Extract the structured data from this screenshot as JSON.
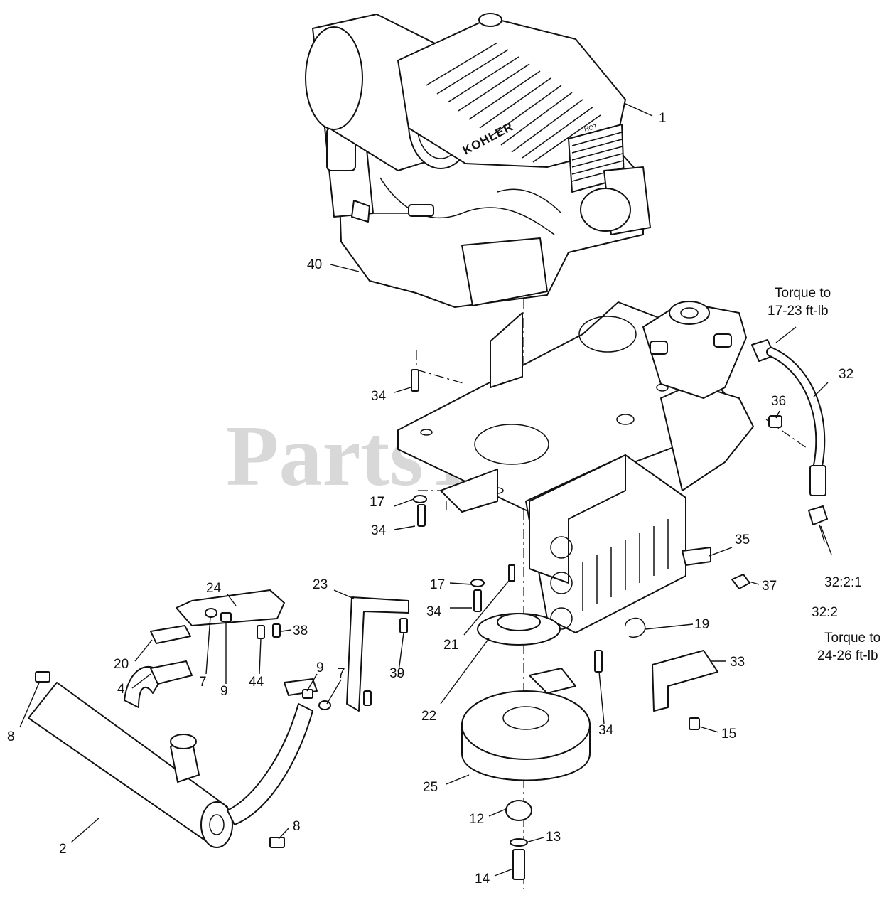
{
  "watermark": {
    "text": "PartsTree",
    "tm": "™"
  },
  "engine": {
    "logo": "KOHLER",
    "tag": "HOT"
  },
  "notes": {
    "hose_top": [
      "Torque to",
      "17-23 ft-lb"
    ],
    "hose_bottom": [
      "Torque to",
      "24-26 ft-lb"
    ]
  },
  "callouts": {
    "c1": "1",
    "c40": "40",
    "c34a": "34",
    "c32": "32",
    "c36": "36",
    "c17a": "17",
    "c34b": "34",
    "c35": "35",
    "c37": "37",
    "c32_2_1": "32:2:1",
    "c32_2": "32:2",
    "c24": "24",
    "c23": "23",
    "c17b": "17",
    "c34c": "34",
    "c21": "21",
    "c19": "19",
    "c38": "38",
    "c20": "20",
    "c7a": "7",
    "c9a": "9",
    "c44": "44",
    "c9b": "9",
    "c7b": "7",
    "c39": "39",
    "c33": "33",
    "c4": "4",
    "c22": "22",
    "c34d": "34",
    "c15": "15",
    "c8a": "8",
    "c25": "25",
    "c12": "12",
    "c13": "13",
    "c8b": "8",
    "c2": "2",
    "c14": "14"
  }
}
